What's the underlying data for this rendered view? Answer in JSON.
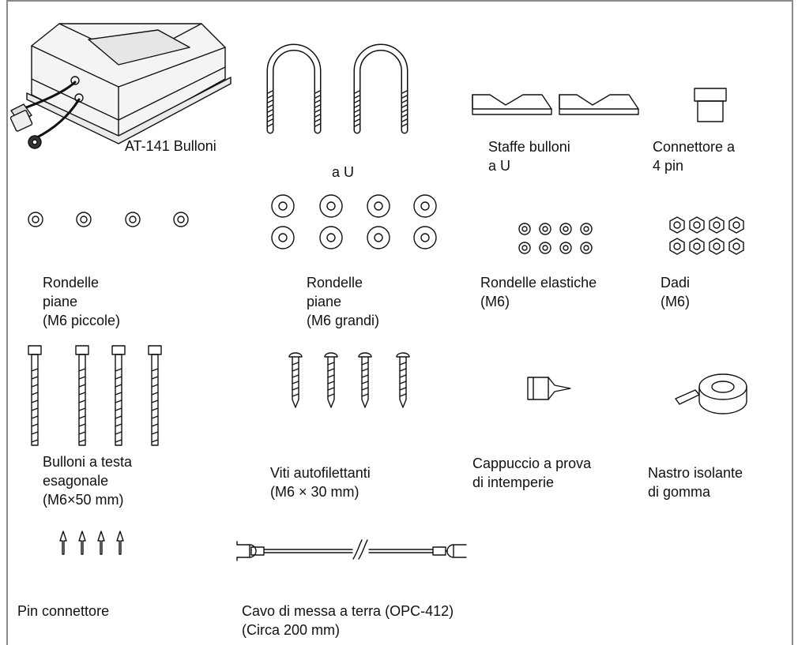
{
  "colors": {
    "ink": "#111111",
    "frame": "#8a8a8a",
    "fill": "#f4f4f4"
  },
  "items": {
    "at141": {
      "text": "AT-141 Bulloni",
      "icon": "antenna-tuner-icon"
    },
    "ubolt": {
      "lines": [
        "a U"
      ],
      "icon": "u-bolt-icon"
    },
    "brackets": {
      "lines": [
        "Staffe bulloni",
        "a U"
      ],
      "icon": "u-bolt-bracket-icon"
    },
    "connector": {
      "lines": [
        "Connettore a",
        "4 pin"
      ],
      "icon": "connector-icon"
    },
    "washers_small": {
      "lines": [
        "Rondelle",
        "piane",
        "(M6 piccole)"
      ],
      "icon": "flat-washer-small-icon"
    },
    "washers_large": {
      "lines": [
        "Rondelle",
        "piane",
        "(M6 grandi)"
      ],
      "icon": "flat-washer-large-icon"
    },
    "spring_washers": {
      "lines": [
        "Rondelle elastiche",
        "(M6)"
      ],
      "icon": "spring-washer-icon"
    },
    "nuts": {
      "lines": [
        "Dadi",
        "(M6)"
      ],
      "icon": "hex-nut-icon"
    },
    "hex_bolts": {
      "lines": [
        "Bulloni a testa",
        "esagonale",
        "(M6×50 mm)"
      ],
      "icon": "hex-bolt-icon"
    },
    "screws": {
      "lines": [
        "Viti autofilettanti",
        "(M6 × 30 mm)"
      ],
      "icon": "self-tapping-screw-icon"
    },
    "cap": {
      "lines": [
        "Cappuccio a prova",
        "di intemperie"
      ],
      "icon": "weatherproof-cap-icon"
    },
    "tape": {
      "lines": [
        "Nastro isolante",
        "di gomma"
      ],
      "icon": "rubber-tape-icon"
    },
    "pins": {
      "lines": [
        "Pin connettore"
      ],
      "icon": "connector-pin-icon"
    },
    "ground_cable": {
      "lines": [
        "Cavo di messa a terra (OPC-412)",
        "(Circa 200 mm)"
      ],
      "icon": "ground-cable-icon"
    }
  }
}
